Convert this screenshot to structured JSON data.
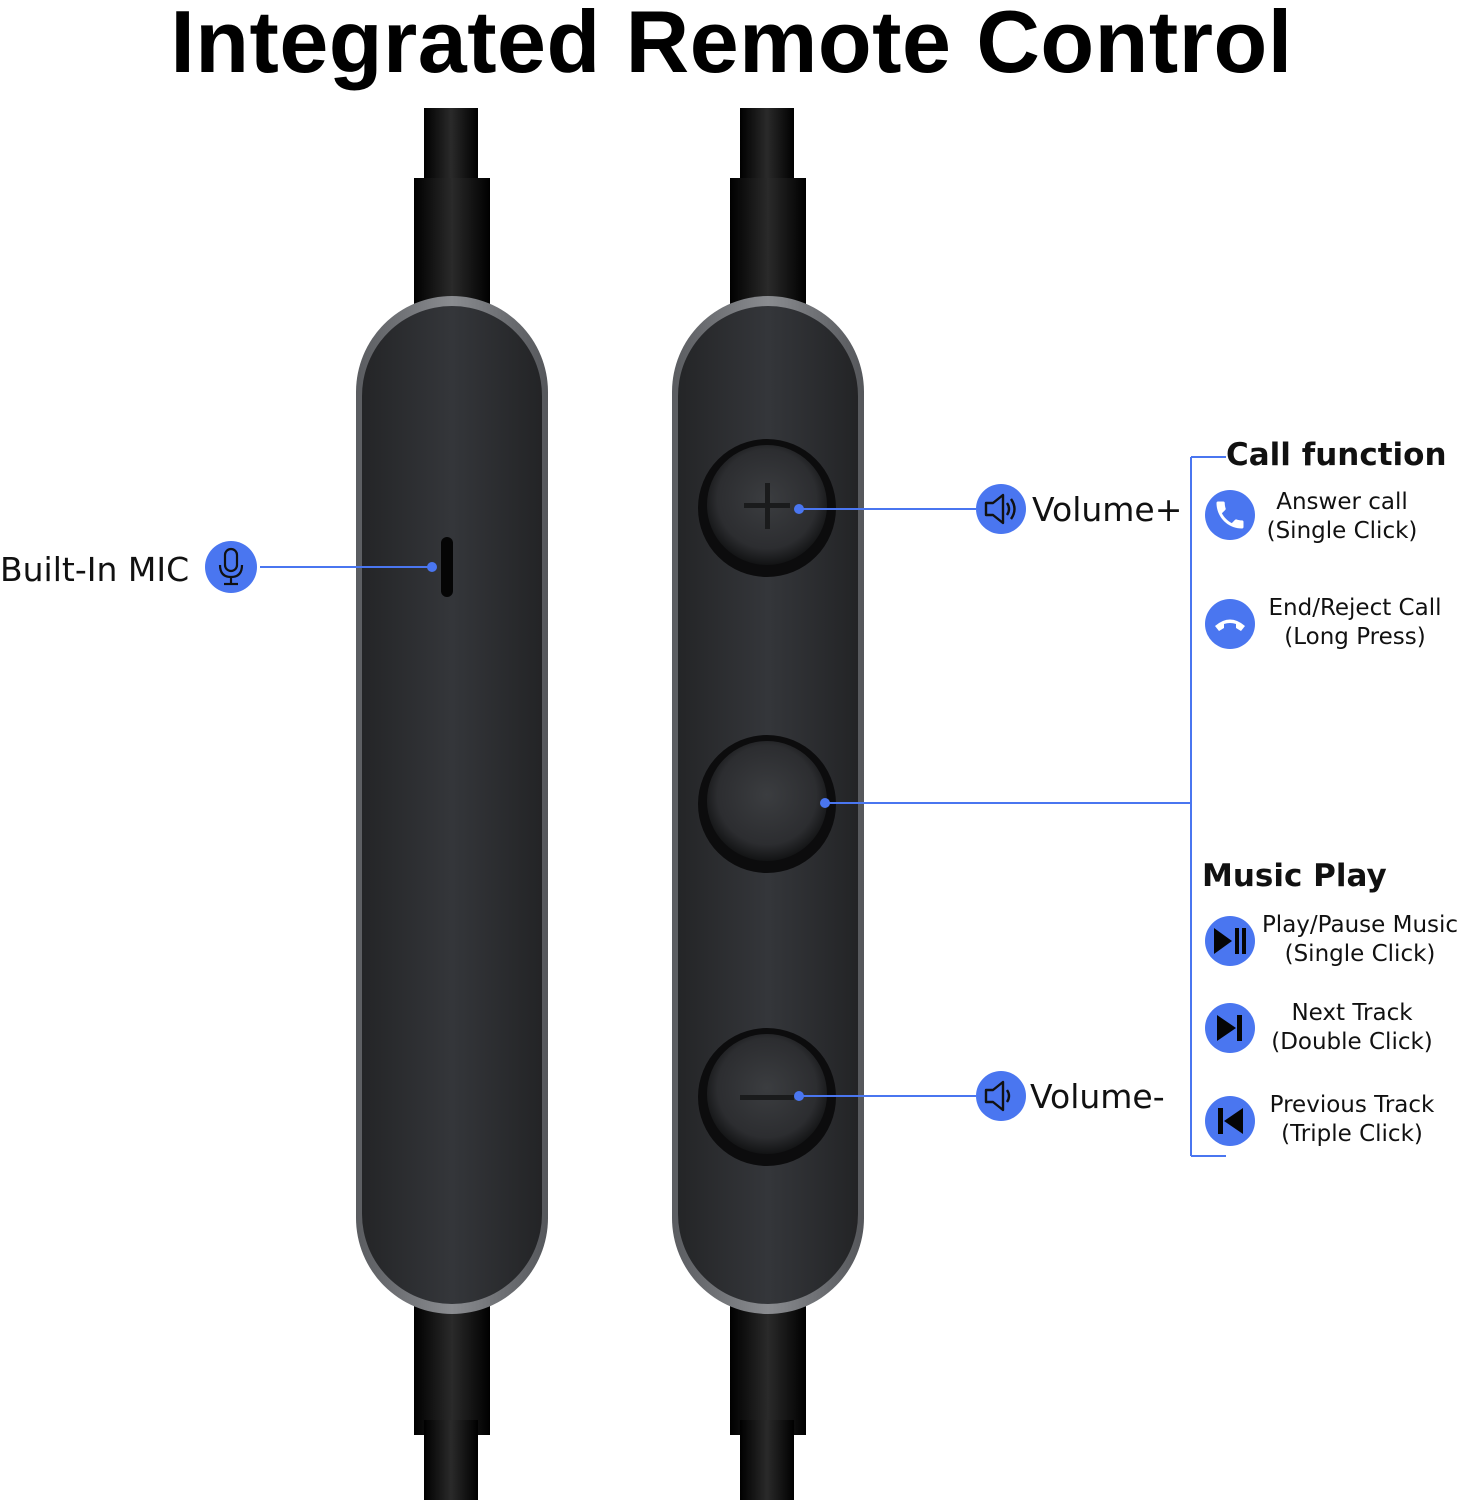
{
  "title": "Integrated Remote Control",
  "mic": {
    "label": "Built-In MIC",
    "icon": "microphone-icon"
  },
  "volume_up": {
    "label": "Volume+",
    "icon": "speaker-icon"
  },
  "volume_down": {
    "label": "Volume-",
    "icon": "speaker-icon"
  },
  "call": {
    "heading": "Call function",
    "items": [
      {
        "line1": "Answer call",
        "line2": "(Single Click)",
        "icon": "phone-answer-icon"
      },
      {
        "line1": "End/Reject Call",
        "line2": "(Long Press)",
        "icon": "phone-hangup-icon"
      }
    ]
  },
  "music": {
    "heading": "Music Play",
    "items": [
      {
        "line1": "Play/Pause Music",
        "line2": "(Single Click)",
        "icon": "play-pause-icon"
      },
      {
        "line1": "Next Track",
        "line2": "(Double Click)",
        "icon": "next-track-icon"
      },
      {
        "line1": "Previous Track",
        "line2": "(Triple Click)",
        "icon": "previous-track-icon"
      }
    ]
  },
  "colors": {
    "accent": "#4a76f0",
    "remote_body": "#2b2c2e",
    "cable": "#0d0d0d"
  }
}
